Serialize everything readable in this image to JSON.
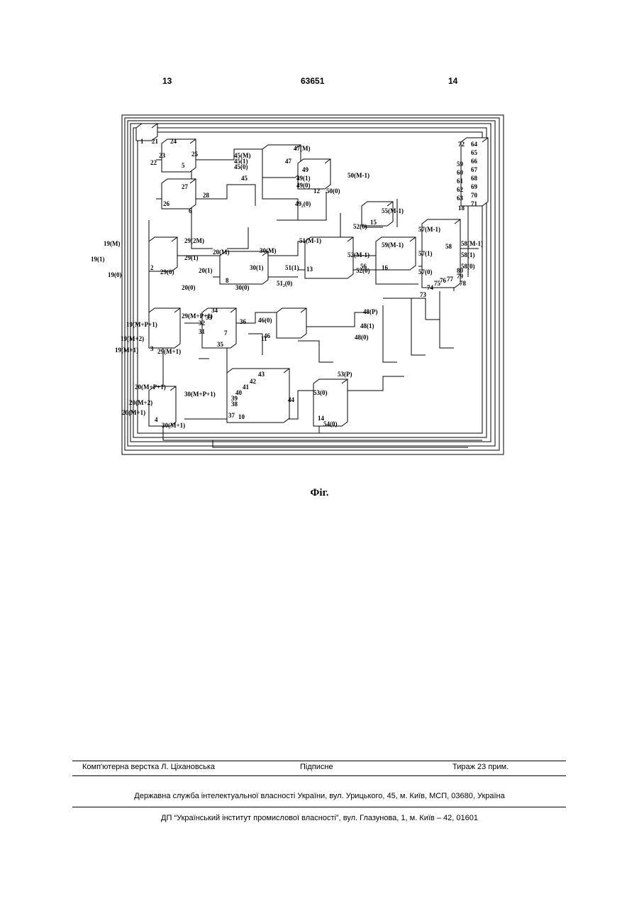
{
  "header": {
    "page_left": "13",
    "patent_number": "63651",
    "page_right": "14"
  },
  "figure": {
    "caption": "Фіг.",
    "labels": [
      "1",
      "21",
      "24",
      "23",
      "22",
      "25",
      "5",
      "27",
      "26",
      "28",
      "6",
      "45(М)",
      "45(1)",
      "45(0)",
      "45",
      "47(М)",
      "47",
      "49",
      "49(1)",
      "49(0)",
      "49₂(0)",
      "12",
      "50(0)",
      "50(М-1)",
      "55(М-1)",
      "52(0)",
      "15",
      "29(2М)",
      "29(1)",
      "29(0)",
      "2",
      "19(М)",
      "19(1)",
      "19(0)",
      "20(М)",
      "20(1)",
      "20(0)",
      "30(М)",
      "30(1)",
      "30(0)",
      "8",
      "51(М-1)",
      "51(1)",
      "51₂(0)",
      "13",
      "52(М-1)",
      "52(0)",
      "56",
      "59(М-1)",
      "16",
      "57(М-1)",
      "57(1)",
      "57(0)",
      "72",
      "59",
      "60",
      "61",
      "62",
      "63",
      "64",
      "65",
      "66",
      "67",
      "68",
      "69",
      "70",
      "71",
      "18",
      "58",
      "58(М-1)",
      "58(1)",
      "58(0)",
      "73",
      "74",
      "75",
      "76",
      "77",
      "78",
      "79",
      "80",
      "29(М+Р+1)",
      "19(М+Р+1)",
      "19(М+2)",
      "19(М+1)",
      "3",
      "29(М+1)",
      "34",
      "33",
      "32",
      "31",
      "7",
      "35",
      "36",
      "46(0)",
      "46",
      "11",
      "48(Р)",
      "48(1)",
      "48(0)",
      "20(М+Р+1)",
      "30(М+Р+1)",
      "20(М+2)",
      "20(М+1)",
      "4",
      "30(М+1)",
      "43",
      "42",
      "41",
      "40",
      "39",
      "38",
      "37",
      "10",
      "44",
      "53(Р)",
      "53(0)",
      "14",
      "54(0)"
    ]
  },
  "footer": {
    "typesetting": "Комп'ютерна верстка Л. Ціхановська",
    "signed": "Підписне",
    "circulation": "Тираж 23 прим.",
    "agency": "Державна служба інтелектуальної власності України, вул. Урицького, 45, м. Київ, МСП, 03680, Україна",
    "institute": "ДП “Український інститут промислової власності”, вул. Глазунова, 1, м. Київ – 42, 01601"
  }
}
